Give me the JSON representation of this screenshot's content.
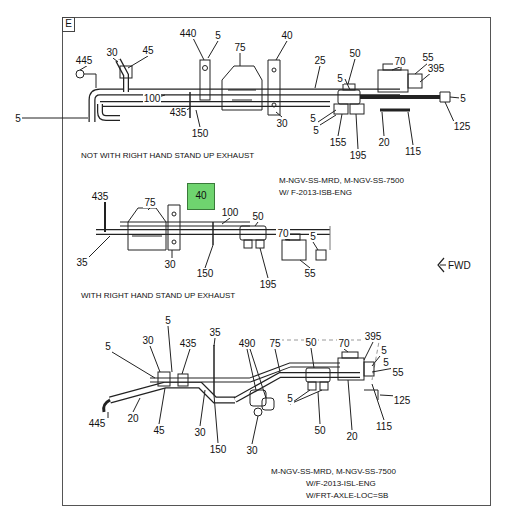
{
  "diagram": {
    "nodes": [
      {
        "text": [
          "E"
        ]
      },
      {
        "text": [
          "40"
        ]
      }
    ],
    "labels": [
      "440",
      "5",
      "40",
      "30",
      "45",
      "445",
      "75",
      "25",
      "50",
      "70",
      "55",
      "395",
      "5",
      "5",
      "100",
      "5",
      "435",
      "150",
      "30",
      "5",
      "5",
      "155",
      "195",
      "20",
      "115",
      "125",
      "NOT WITH RIGHT HAND STAND UP EXHAUST",
      "M-NGV-SS-MRD, M-NGV-SS-7500",
      "W/ F-2013-ISB-ENG",
      "435",
      "75",
      "100",
      "50",
      "70",
      "5",
      "35",
      "30",
      "150",
      "195",
      "55",
      "FWD",
      "WITH RIGHT HAND STAND UP EXHAUST",
      "5",
      "35",
      "30",
      "435",
      "5",
      "490",
      "75",
      "50",
      "70",
      "395",
      "5",
      "5",
      "55",
      "125",
      "445",
      "20",
      "45",
      "30",
      "150",
      "30",
      "5",
      "50",
      "20",
      "115",
      "M-NGV-SS-MRD, M-NGV-SS-7500",
      "W/F-2013-ISL-ENG",
      "W/FRT-AXLE-LOC=SB"
    ]
  }
}
